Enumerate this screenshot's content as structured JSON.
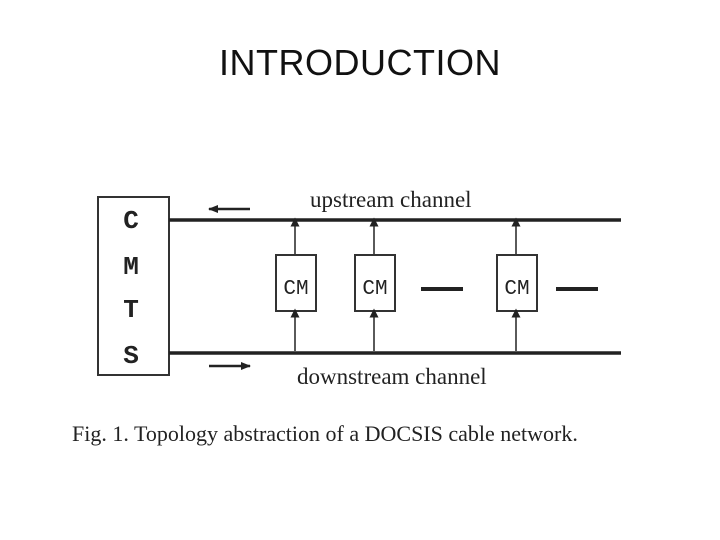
{
  "slide": {
    "title": "INTRODUCTION"
  },
  "diagram": {
    "headend": {
      "letters": [
        "C",
        "M",
        "T",
        "S"
      ]
    },
    "upstream_label": "upstream channel",
    "downstream_label": "downstream channel",
    "modems": [
      {
        "label": "CM"
      },
      {
        "label": "CM"
      },
      {
        "label": "CM"
      }
    ],
    "caption": {
      "prefix": "Fig. 1.",
      "text": "Topology abstraction of a DOCSIS cable network."
    }
  }
}
